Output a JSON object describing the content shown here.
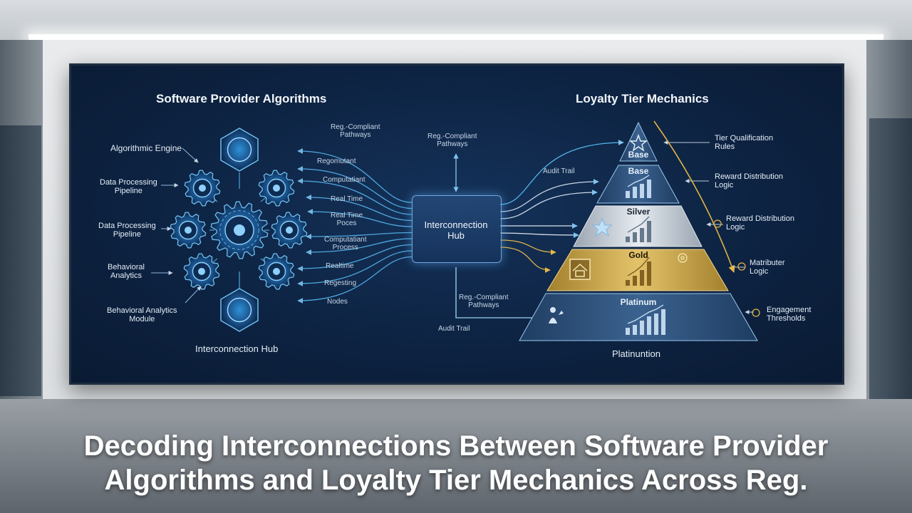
{
  "headline": {
    "line1": "Decoding Interconnections Between Software Provider",
    "line2": "Algorithms and Loyalty Tier Mechanics Across Reg."
  },
  "left_panel": {
    "title": "Software Provider Algorithms",
    "labels": {
      "algorithmic_engine": "Algorithmic Engine",
      "data_processing_1": "Data Processing\nPipeline",
      "data_processing_2": "Data Processing\nPipeline",
      "behavioral_analytics": "Behavioral\nAnalytics",
      "behavioral_analytics_module": "Behavioral Analytics\nModule",
      "footer": "Interconnection Hub"
    }
  },
  "connectors": {
    "reg_compliant_top": "Reg.-Compliant\nPathways",
    "regomutant": "Regomutant",
    "computatiant": "Computatiant",
    "real_time": "Real Time",
    "real_time_poces": "Real Time\nPoces",
    "computatiant_process": "Computatiant\nProcess",
    "realtime": "Realtime",
    "regesting": "Regesting",
    "nodes": "Nodes"
  },
  "center": {
    "top_label": "Reg.-Compliant\nPathways",
    "hub_label": "Interconnection\nHub",
    "bottom_label": "Reg.-Compliant\nPathways",
    "audit_trail_bottom": "Audit Trail",
    "audit_trail_top": "Audit Trail"
  },
  "right_panel": {
    "title": "Loyalty Tier Mechanics",
    "tiers": {
      "apex": "Base",
      "base": "Base",
      "silver": "Silver",
      "gold": "Gold",
      "platinum": "Platinum"
    },
    "footer": "Platinuntion",
    "annotations": {
      "tier_qualification": "Tier Qualification\nRules",
      "reward_distribution_1": "Reward Distribution\nLogic",
      "reward_distribution_2": "Reward Distribution\nLogic",
      "matributer": "Matributer\nLogic",
      "engagement": "Engagement\nThresholds"
    }
  },
  "colors": {
    "board_bg": "#0d2342",
    "accent_cyan": "#4fb3f0",
    "accent_gold": "#e0b345",
    "silver": "#c5ccd4",
    "gold": "#b8923a",
    "platinum": "#3a5a82"
  }
}
